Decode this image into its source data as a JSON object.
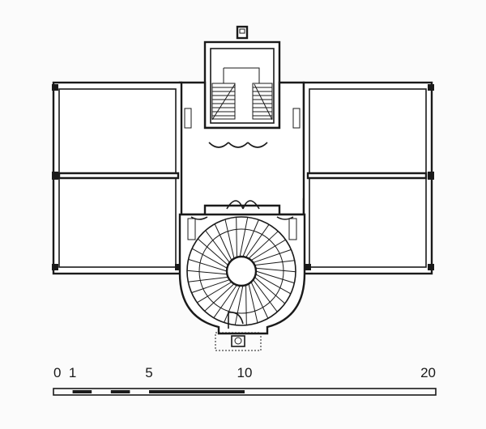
{
  "scale_bar": {
    "labels": [
      "0",
      "1",
      "5",
      "10",
      "20"
    ],
    "values": [
      0,
      1,
      5,
      10,
      20
    ],
    "max": 20,
    "filled_segments": [
      [
        1,
        2
      ],
      [
        3,
        4
      ],
      [
        5,
        10
      ]
    ]
  }
}
